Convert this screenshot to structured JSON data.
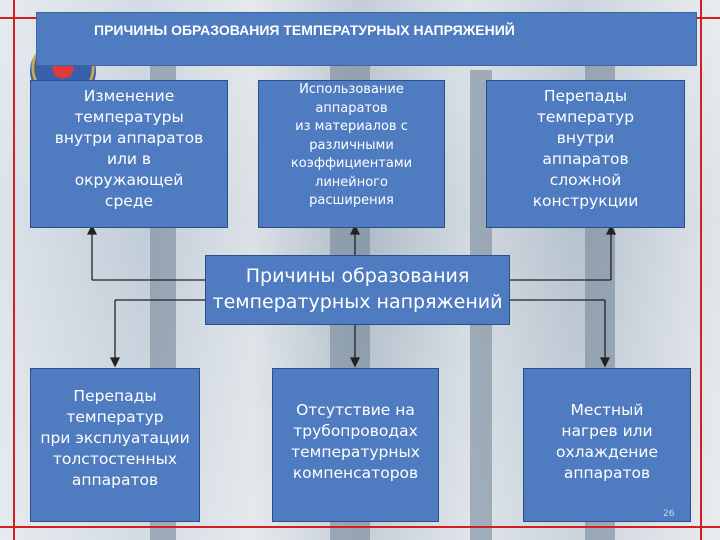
{
  "title": "ПРИЧИНЫ ОБРАЗОВАНИЯ  ТЕМПЕРАТУРНЫХ НАПРЯЖЕНИЙ",
  "center": "Причины образования\nтемпературных напряжений",
  "top_boxes": [
    "Изменение\nтемпературы\nвнутри аппаратов\nили в\nокружающей\nсреде",
    "Использование\nаппаратов\nиз материалов с\nразличными\nкоэффициентами\nлинейного\nрасширения",
    "Перепады\nтемператур\nвнутри\nаппаратов\nсложной\nконструкции"
  ],
  "bottom_boxes": [
    "Перепады\nтемператур\nпри эксплуатации\nтолстостенных\nаппаратов",
    "Отсутствие на\nтрубопроводах\nтемпературных\nкомпенсаторов",
    "Местный\nнагрев или\nохлаждение\nаппаратов"
  ],
  "page_number": "26",
  "colors": {
    "box": "#4f7bc0",
    "frame": "#d21f1f",
    "connector": "#222222"
  }
}
